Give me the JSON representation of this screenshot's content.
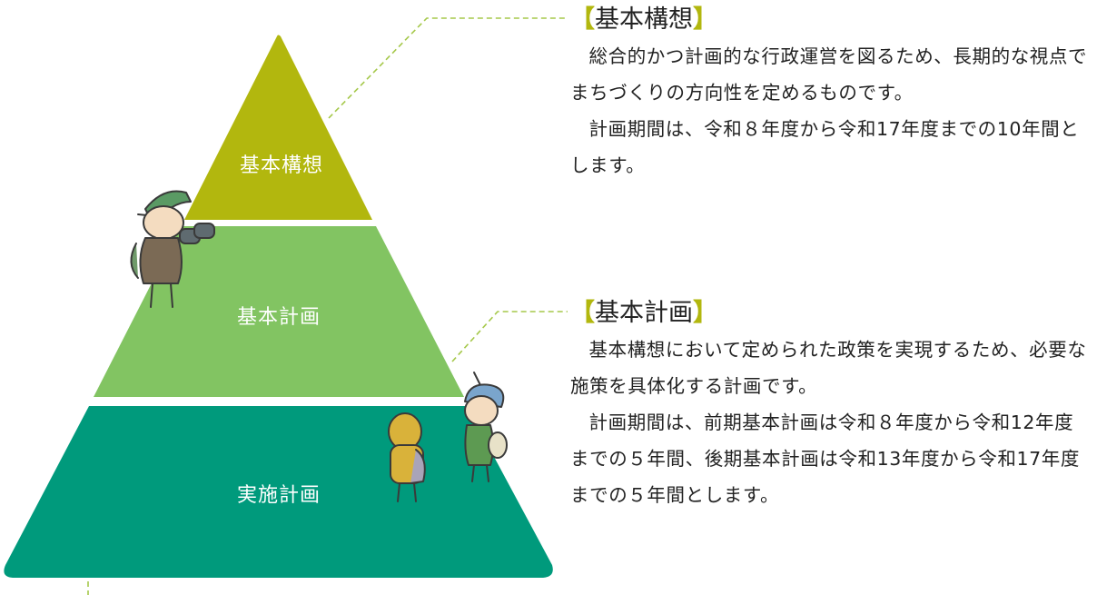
{
  "diagram": {
    "tiers": [
      {
        "label": "基本構想",
        "color": "#b2b70e"
      },
      {
        "label": "基本計画",
        "color": "#82c462"
      },
      {
        "label": "実施計画",
        "color": "#009a7c"
      }
    ],
    "connector_color": "#a5c84a",
    "illustrations": [
      "hiker-with-binoculars-icon",
      "hiker-with-backpack-icon",
      "hiker-with-cap-icon"
    ]
  },
  "sections": [
    {
      "bracket_open": "【",
      "bracket_close": "】",
      "title": "基本構想",
      "paragraphs": [
        "総合的かつ計画的な行政運営を図るため、長期的な視点でまちづくりの方向性を定めるものです。",
        "計画期間は、令和８年度から令和17年度までの10年間とします。"
      ]
    },
    {
      "bracket_open": "【",
      "bracket_close": "】",
      "title": "基本計画",
      "paragraphs": [
        "基本構想において定められた政策を実現するため、必要な施策を具体化する計画です。",
        "計画期間は、前期基本計画は令和８年度から令和12年度までの５年間、後期基本計画は令和13年度から令和17年度までの５年間とします。"
      ]
    }
  ]
}
